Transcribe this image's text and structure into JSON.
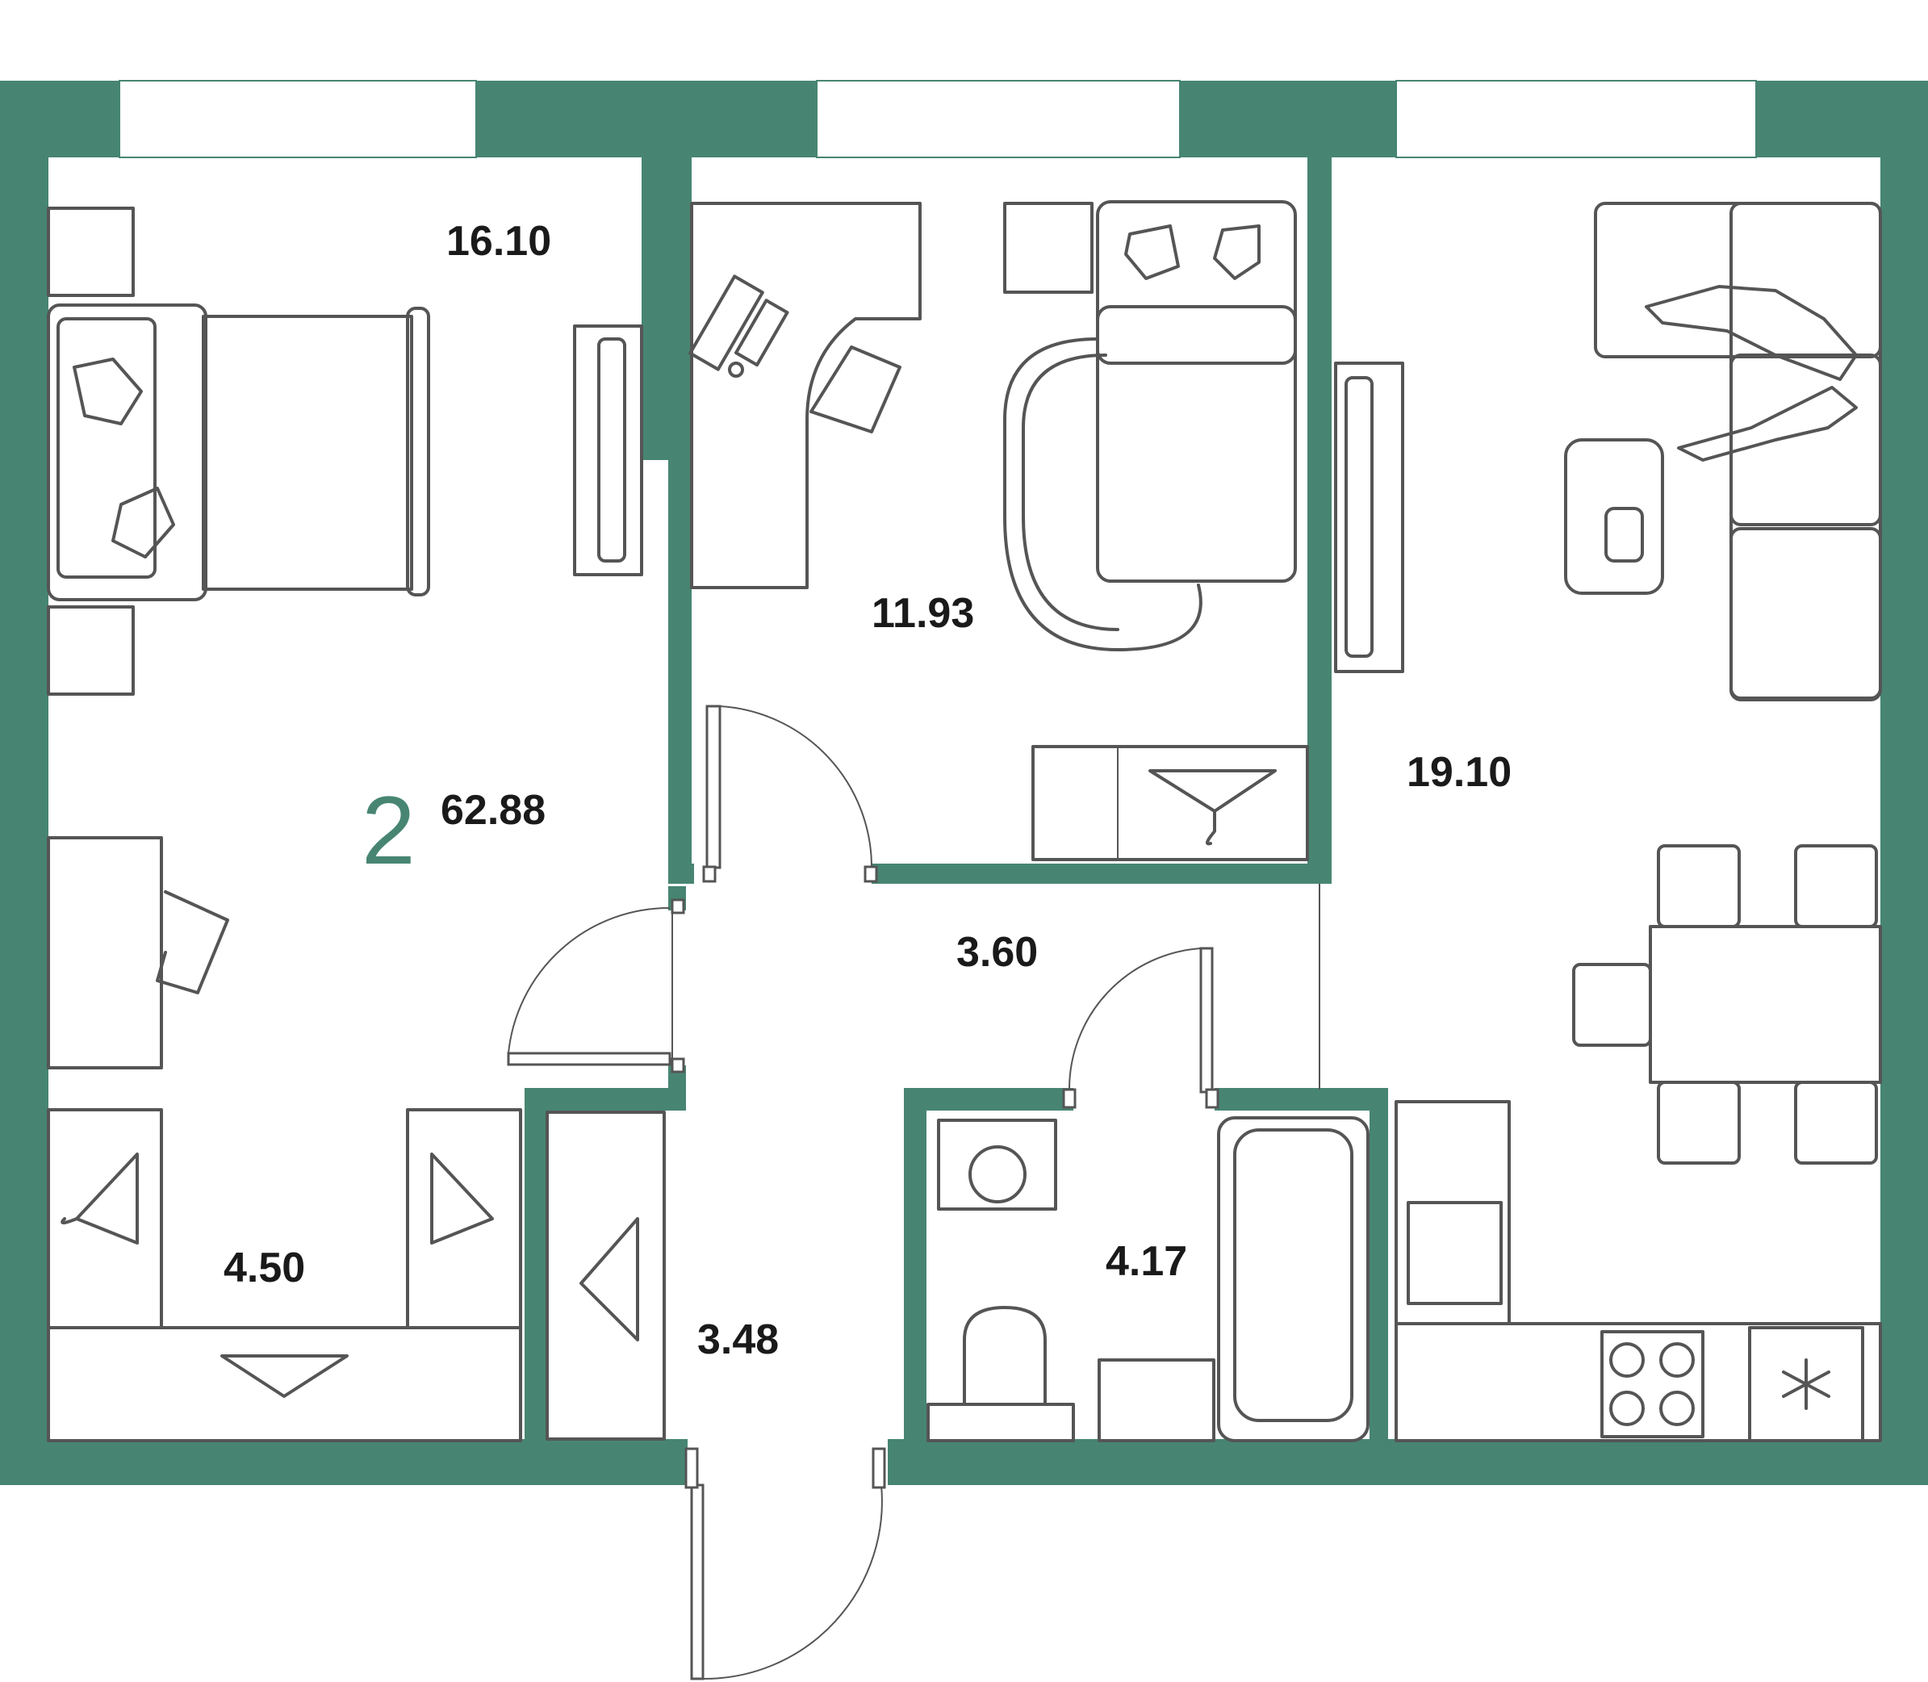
{
  "plan": {
    "rooms_count": "2",
    "total_area": "62.88",
    "wall_color": "#478572",
    "rooms": [
      {
        "id": "bedroom",
        "area": "16.10"
      },
      {
        "id": "study",
        "area": "11.93"
      },
      {
        "id": "living-kitchen",
        "area": "19.10"
      },
      {
        "id": "corridor",
        "area": "3.60"
      },
      {
        "id": "bathroom",
        "area": "4.17"
      },
      {
        "id": "wardrobe",
        "area": "4.50"
      },
      {
        "id": "entrance-hall",
        "area": "3.48"
      }
    ]
  }
}
